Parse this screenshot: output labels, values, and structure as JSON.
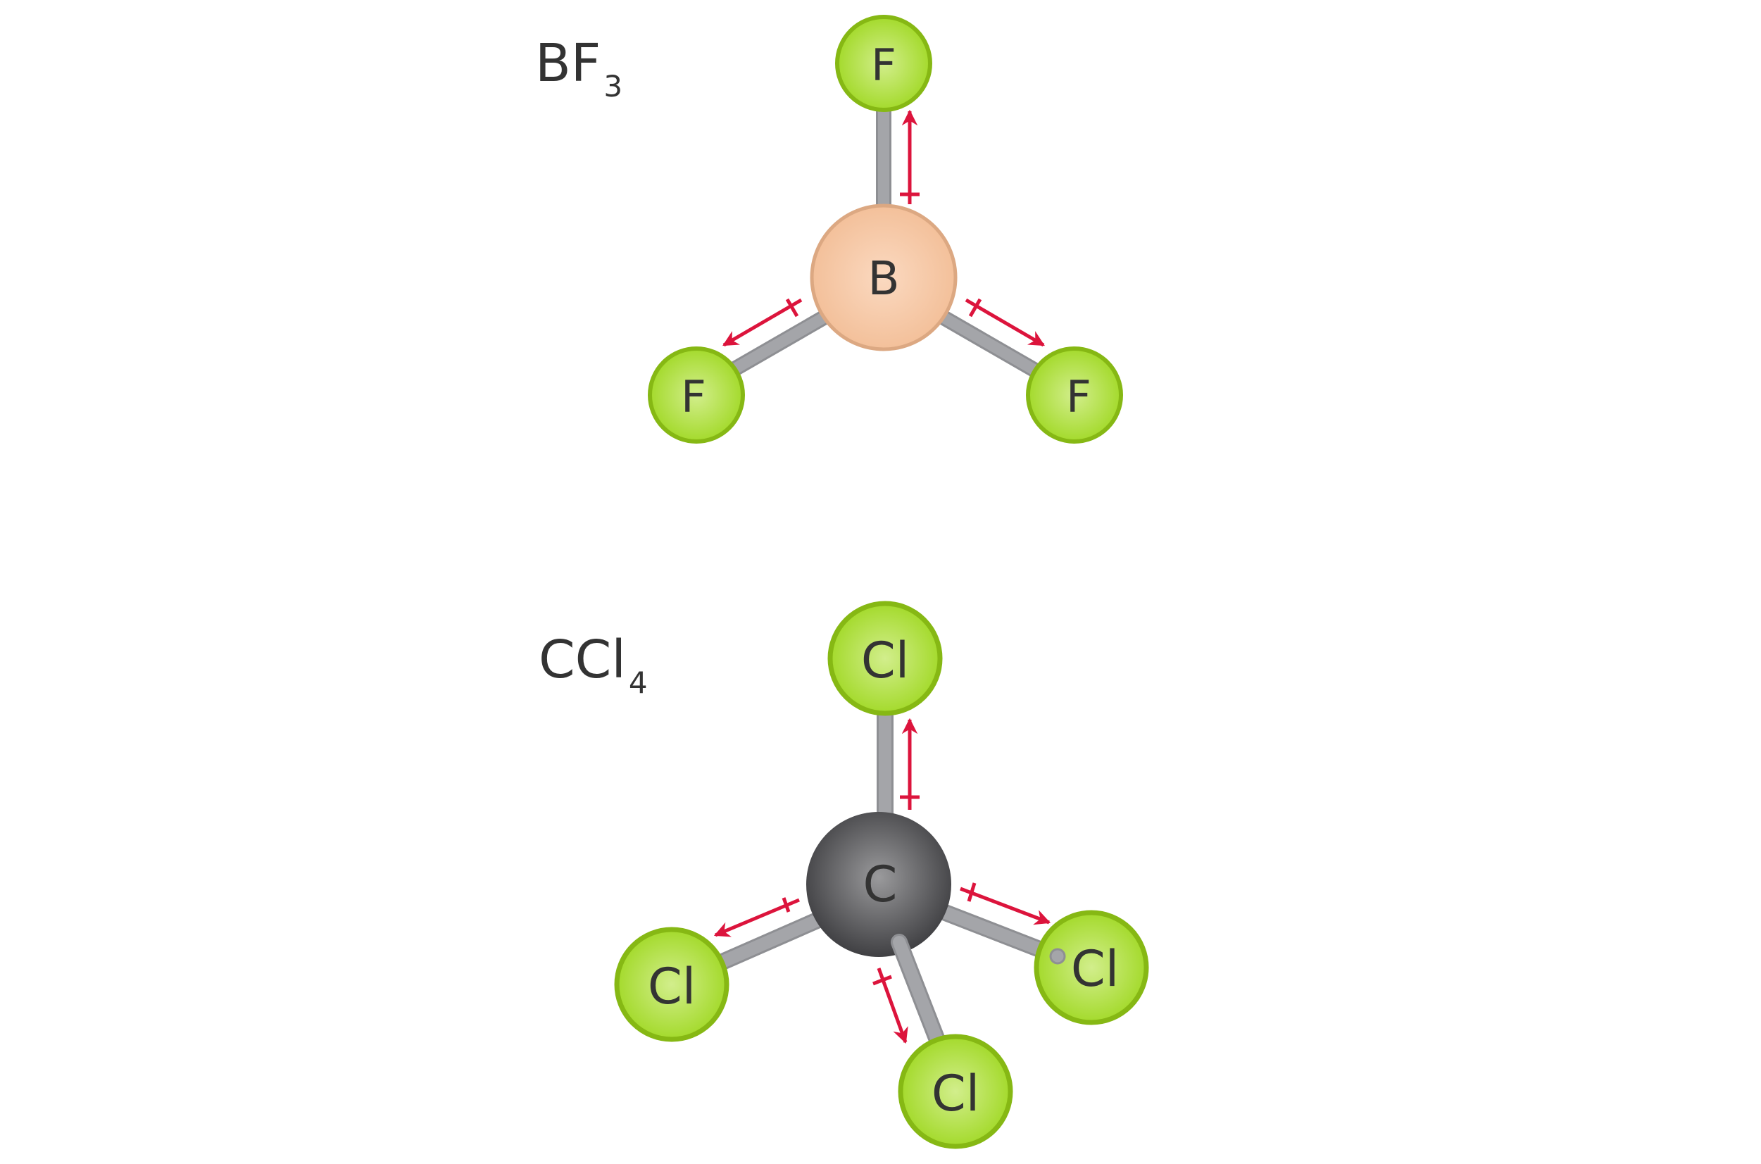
{
  "molecules": [
    {
      "formula": "BF",
      "subscript": "3",
      "central": "B",
      "ligands": [
        "F",
        "F",
        "F"
      ]
    },
    {
      "formula": "CCl",
      "subscript": "4",
      "central": "C",
      "ligands": [
        "Cl",
        "Cl",
        "Cl",
        "Cl"
      ]
    }
  ],
  "colors": {
    "halogen": "#a8dc35",
    "halogen_edge": "#86b814",
    "boron": "#f5c4a0",
    "boron_edge": "#dca882",
    "carbon": "#555558",
    "bond": "#a4a5a9",
    "dipole_arrow": "#dc143c"
  }
}
